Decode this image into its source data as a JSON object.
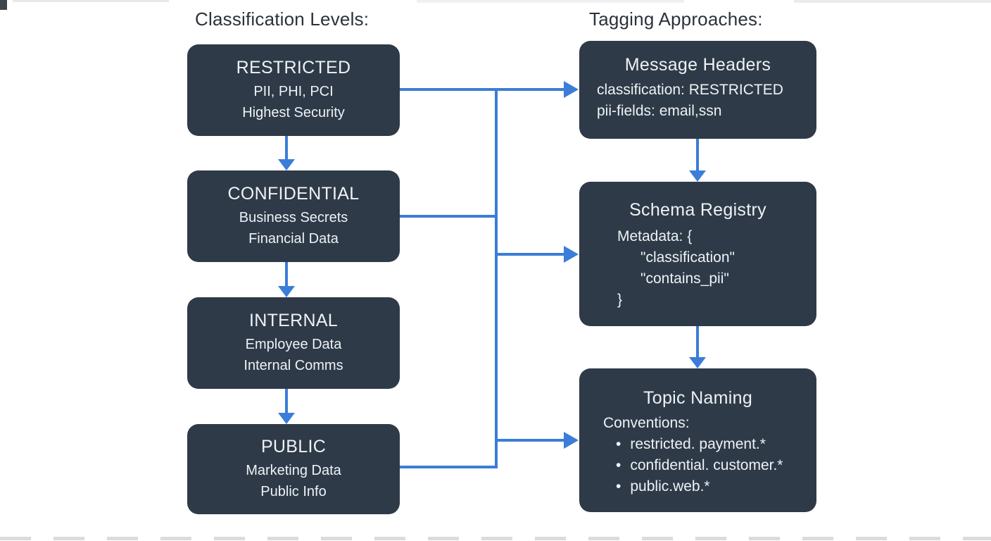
{
  "colors": {
    "box_bg": "#2e3a47",
    "accent": "#3b7dd8",
    "heading_color": "#2b323b",
    "box_text": "#eef2f7"
  },
  "headings": {
    "left": "Classification Levels:",
    "right": "Tagging Approaches:"
  },
  "classification_levels": [
    {
      "title": "RESTRICTED",
      "lines": [
        "PII, PHI, PCI",
        "Highest Security"
      ]
    },
    {
      "title": "CONFIDENTIAL",
      "lines": [
        "Business Secrets",
        "Financial Data"
      ]
    },
    {
      "title": "INTERNAL",
      "lines": [
        "Employee Data",
        "Internal Comms"
      ]
    },
    {
      "title": "PUBLIC",
      "lines": [
        "Marketing Data",
        "Public Info"
      ]
    }
  ],
  "tagging_approaches": {
    "message_headers": {
      "title": "Message Headers",
      "lines": [
        "classification: RESTRICTED",
        "pii-fields: email,ssn"
      ]
    },
    "schema_registry": {
      "title": "Schema Registry",
      "lines": [
        "Metadata: {",
        "\"classification\"",
        "\"contains_pii\"",
        "}"
      ]
    },
    "topic_naming": {
      "title": "Topic Naming",
      "label": "Conventions:",
      "bullets": [
        "restricted. payment.*",
        "confidential. customer.*",
        "public.web.*"
      ]
    }
  }
}
